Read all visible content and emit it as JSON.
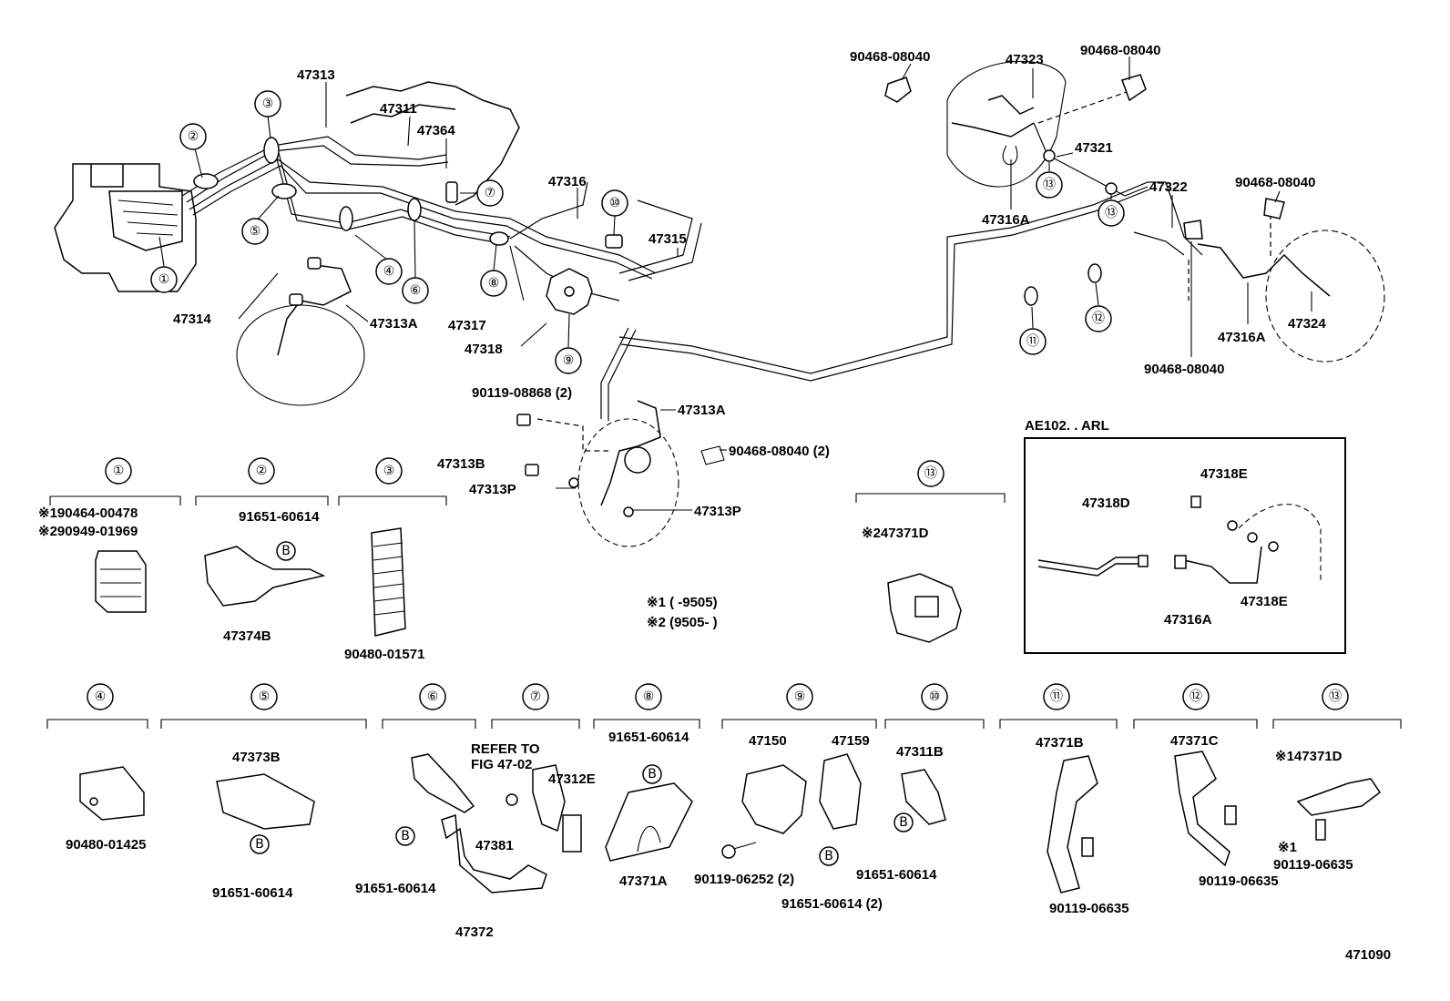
{
  "upper_labels": [
    {
      "id": "l-47313",
      "text": "47313"
    },
    {
      "id": "l-47311",
      "text": "47311"
    },
    {
      "id": "l-47364",
      "text": "47364"
    },
    {
      "id": "l-47316",
      "text": "47316"
    },
    {
      "id": "l-47315",
      "text": "47315"
    },
    {
      "id": "l-47317",
      "text": "47317"
    },
    {
      "id": "l-47318",
      "text": "47318"
    },
    {
      "id": "l-47314",
      "text": "47314"
    },
    {
      "id": "l-47313a-l",
      "text": "47313A"
    },
    {
      "id": "l-90119-08868",
      "text": "90119-08868 (2)"
    },
    {
      "id": "l-47313a-m",
      "text": "47313A"
    },
    {
      "id": "l-47313b",
      "text": "47313B"
    },
    {
      "id": "l-47313p-1",
      "text": "47313P"
    },
    {
      "id": "l-47313p-2",
      "text": "47313P"
    },
    {
      "id": "l-90468-m",
      "text": "90468-08040 (2)"
    },
    {
      "id": "l-90468-1",
      "text": "90468-08040"
    },
    {
      "id": "l-47323",
      "text": "47323"
    },
    {
      "id": "l-90468-2",
      "text": "90468-08040"
    },
    {
      "id": "l-47321",
      "text": "47321"
    },
    {
      "id": "l-47316a-1",
      "text": "47316A"
    },
    {
      "id": "l-47322",
      "text": "47322"
    },
    {
      "id": "l-90468-3",
      "text": "90468-08040"
    },
    {
      "id": "l-90468-4",
      "text": "90468-08040"
    },
    {
      "id": "l-47316a-2",
      "text": "47316A"
    },
    {
      "id": "l-47324",
      "text": "47324"
    }
  ],
  "callout_numbers": [
    "①",
    "②",
    "③",
    "④",
    "⑤",
    "⑥",
    "⑦",
    "⑧",
    "⑨",
    "⑩",
    "⑪",
    "⑫",
    "⑬"
  ],
  "callout_b": "B",
  "notes": {
    "n1": "※1 (        -9505)",
    "n2": "※2 (9505-        )"
  },
  "inset": {
    "title": "AE102. . ARL",
    "labels": [
      {
        "id": "i-47318e-1",
        "text": "47318E"
      },
      {
        "id": "i-47318d",
        "text": "47318D"
      },
      {
        "id": "i-47318e-2",
        "text": "47318E"
      },
      {
        "id": "i-47316a",
        "text": "47316A"
      }
    ]
  },
  "detail_row1": [
    {
      "num": "①",
      "parts": [
        "※190464-00478",
        "※290949-01969"
      ]
    },
    {
      "num": "②",
      "parts": [
        "91651-60614",
        "47374B"
      ]
    },
    {
      "num": "③",
      "parts": [
        "90480-01571"
      ]
    },
    {
      "num": "⑬",
      "parts": [
        "※247371D"
      ]
    }
  ],
  "detail_row2": [
    {
      "num": "④",
      "parts": [
        "90480-01425"
      ]
    },
    {
      "num": "⑤",
      "parts": [
        "47373B",
        "91651-60614"
      ]
    },
    {
      "num": "⑥",
      "parts": [
        "47381",
        "91651-60614",
        "47372"
      ]
    },
    {
      "num": "⑦",
      "parts": [
        "REFER TO",
        "FIG 47-02",
        "47312E"
      ]
    },
    {
      "num": "⑧",
      "parts": [
        "91651-60614",
        "47371A"
      ]
    },
    {
      "num": "⑨",
      "parts": [
        "47150",
        "47159",
        "90119-06252 (2)",
        "91651-60614 (2)"
      ]
    },
    {
      "num": "⑩",
      "parts": [
        "47311B",
        "91651-60614"
      ]
    },
    {
      "num": "⑪",
      "parts": [
        "47371B",
        "90119-06635"
      ]
    },
    {
      "num": "⑫",
      "parts": [
        "47371C",
        "90119-06635"
      ]
    },
    {
      "num": "⑬",
      "parts": [
        "※147371D",
        "※1",
        "90119-06635"
      ]
    }
  ],
  "figure_id": "471090"
}
